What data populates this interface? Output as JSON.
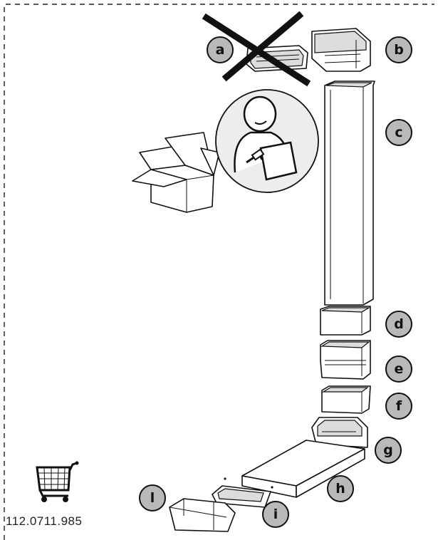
{
  "parts": [
    {
      "letter": "a",
      "excluded": true
    },
    {
      "letter": "b"
    },
    {
      "letter": "c"
    },
    {
      "letter": "d"
    },
    {
      "letter": "e"
    },
    {
      "letter": "f"
    },
    {
      "letter": "g"
    },
    {
      "letter": "h"
    },
    {
      "letter": "i"
    },
    {
      "letter": "l"
    }
  ],
  "order_code": "112.0711.985",
  "icons": [
    "open-box-icon",
    "person-reading-manual-icon",
    "shopping-cart-icon",
    "cross-out-icon"
  ]
}
